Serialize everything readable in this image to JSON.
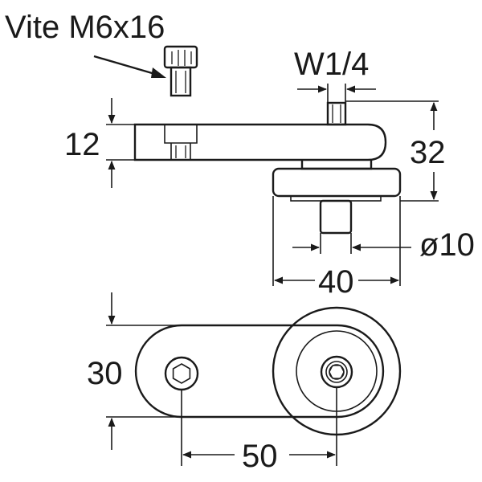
{
  "labels": {
    "screw": "Vite M6x16",
    "thread": "W1/4",
    "thickness": "12",
    "height": "32",
    "pin_diameter": "ø10",
    "knob_diameter": "40",
    "width": "30",
    "center_distance": "50"
  },
  "colors": {
    "ink": "#1a1a1a",
    "background": "#ffffff"
  }
}
